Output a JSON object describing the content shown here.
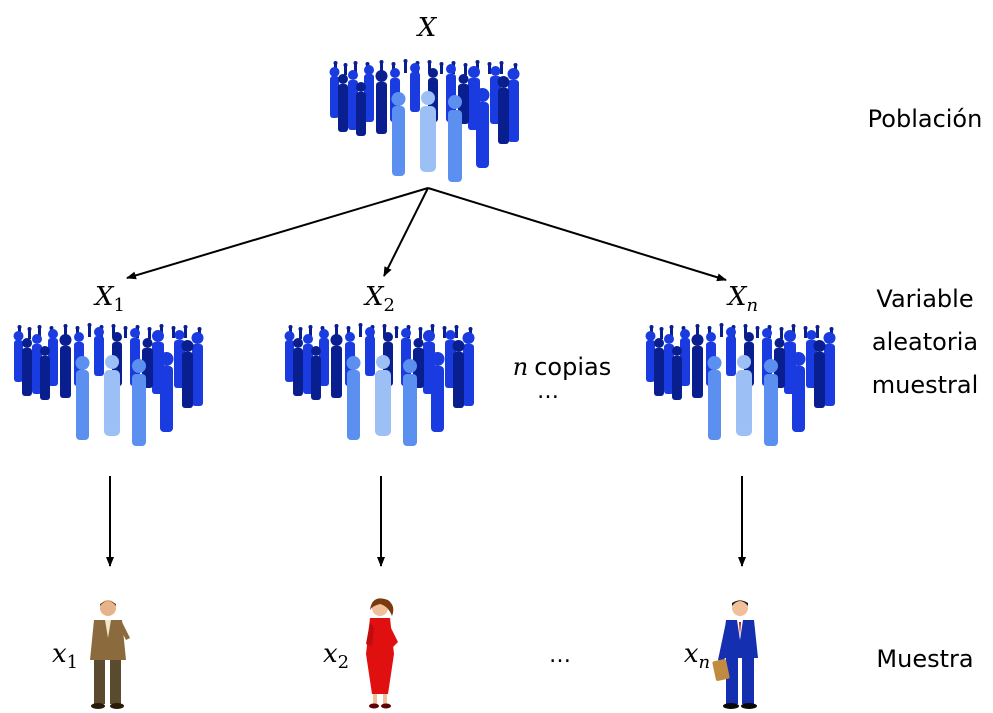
{
  "population": {
    "var_base": "X",
    "label": "Población"
  },
  "samples_variables": [
    {
      "base": "X",
      "sub": "1"
    },
    {
      "base": "X",
      "sub": "2"
    },
    {
      "base": "X",
      "sub": "n"
    }
  ],
  "copies": {
    "n": "n",
    "text": "copias",
    "ellipsis": "…"
  },
  "variable_label": {
    "line1": "Variable",
    "line2": "aleatoria",
    "line3": "muestral"
  },
  "observations": [
    {
      "base": "x",
      "sub": "1"
    },
    {
      "base": "x",
      "sub": "2"
    },
    {
      "base": "x",
      "sub": "n"
    }
  ],
  "observations_ellipsis": "…",
  "sample_label": "Muestra",
  "colors": {
    "crowd_dark": "#0a1f8f",
    "crowd_mid": "#1a3be0",
    "crowd_light": "#5b8ff0",
    "crowd_pale": "#9cc0f5",
    "person1_suit": "#8b6b3d",
    "person2_dress": "#e01010",
    "person3_suit": "#1430b0"
  }
}
